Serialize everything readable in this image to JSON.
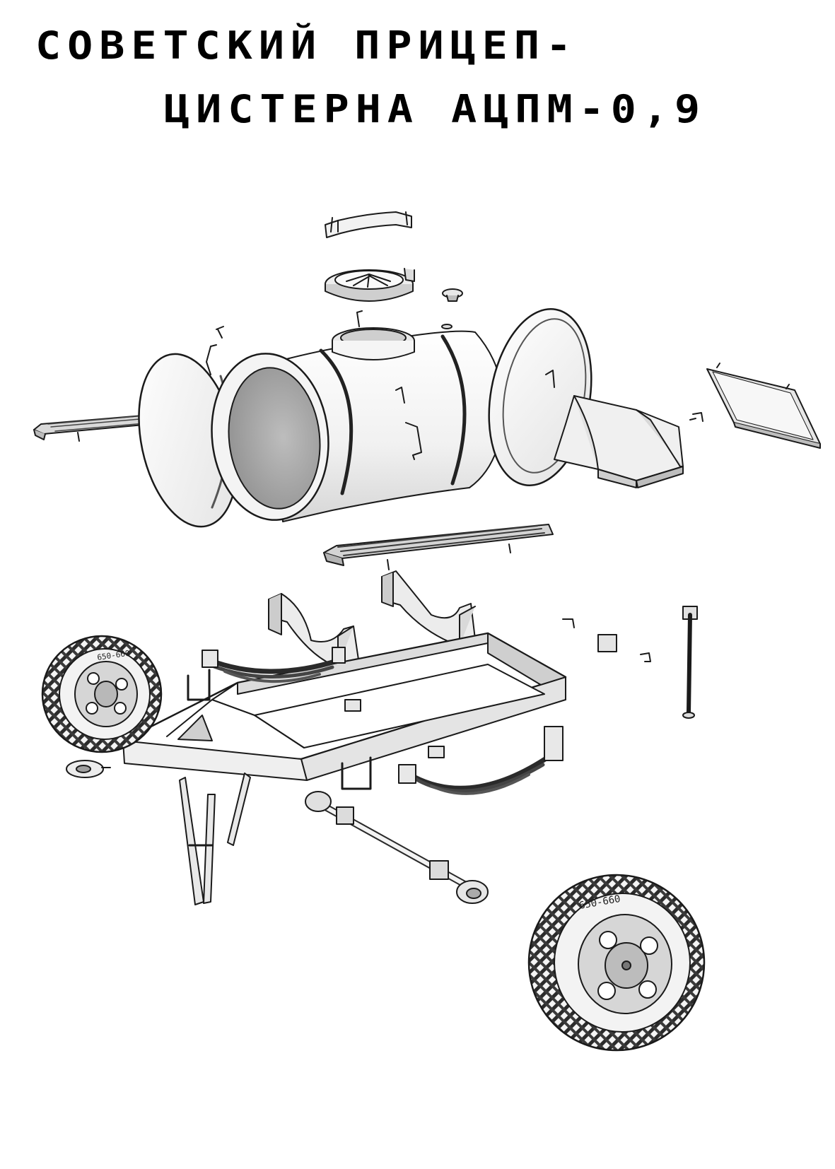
{
  "title": {
    "line1": "Советский прицеп-",
    "line2": "цистерна АЦПМ-0,9"
  },
  "tire_text": "650-660"
}
